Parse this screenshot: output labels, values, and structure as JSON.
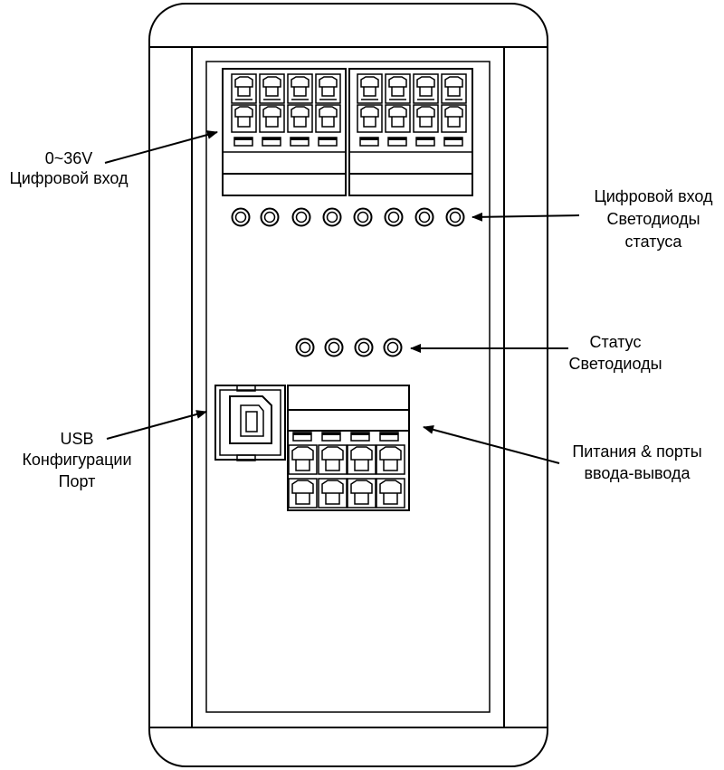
{
  "labels": {
    "digital_input_voltage": {
      "line1": "0~36V",
      "line2": "Цифровой вход"
    },
    "digital_input_leds": {
      "line1": "Цифровой вход",
      "line2": "Светодиоды",
      "line3": "статуса"
    },
    "status_leds": {
      "line1": "Статус",
      "line2": "Светодиоды"
    },
    "usb_port": {
      "line1": "USB",
      "line2": "Конфигурации",
      "line3": "Порт"
    },
    "power_io_ports": {
      "line1": "Питания & порты",
      "line2": "ввода-вывода"
    }
  },
  "counts": {
    "digital_input_led_count": 8,
    "status_led_count": 4,
    "top_terminal_block_pins_per_row": 8,
    "bottom_terminal_block_pins_per_row": 4
  },
  "icons": {
    "leader_arrow": "arrow-icon",
    "led": "led-icon",
    "terminal": "terminal-screw-icon",
    "usb": "usb-b-port-icon"
  }
}
